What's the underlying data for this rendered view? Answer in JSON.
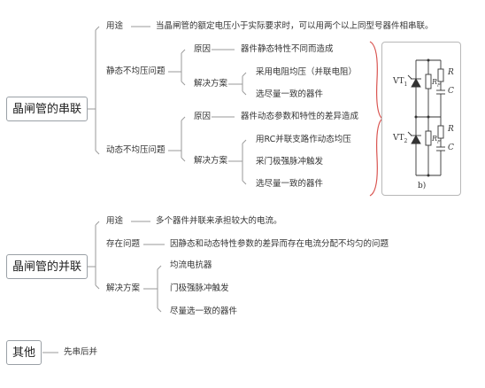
{
  "series": {
    "title": "晶闸管的串联",
    "usage_label": "用途",
    "usage_text": "当晶闸管的额定电压小于实际要求时，可以用两个以上同型号器件相串联。",
    "static": {
      "label": "静态不均压问题",
      "cause_label": "原因",
      "cause_text": "器件静态特性不同而造成",
      "solution_label": "解决方案",
      "solutions": [
        "采用电阻均压（并联电阻）",
        "选尽量一致的器件"
      ]
    },
    "dynamic": {
      "label": "动态不均压问题",
      "cause_label": "原因",
      "cause_text": "器件动态参数和特性的差异造成",
      "solution_label": "解决方案",
      "solutions": [
        "用RC并联支路作动态均压",
        "采门极强脉冲触发",
        "选尽量一致的器件"
      ]
    },
    "figure": {
      "vt1": "VT",
      "vt1_sub": "1",
      "vt2": "VT",
      "vt2_sub": "2",
      "r": "R",
      "rp": "R",
      "rp_sub": "P",
      "c": "C",
      "caption": "b)"
    }
  },
  "parallel": {
    "title": "晶闸管的并联",
    "usage_label": "用途",
    "usage_text": "多个器件并联来承担较大的电流。",
    "problem_label": "存在问题",
    "problem_text": "因静态和动态特性参数的差异而存在电流分配不均匀的问题",
    "solution_label": "解决方案",
    "solutions": [
      "均流电抗器",
      "门极强脉冲触发",
      "尽量选一致的器件"
    ]
  },
  "other": {
    "title": "其他",
    "text": "先串后并"
  },
  "colors": {
    "line": "#9a9a9a",
    "bracket": "#d9534f"
  }
}
